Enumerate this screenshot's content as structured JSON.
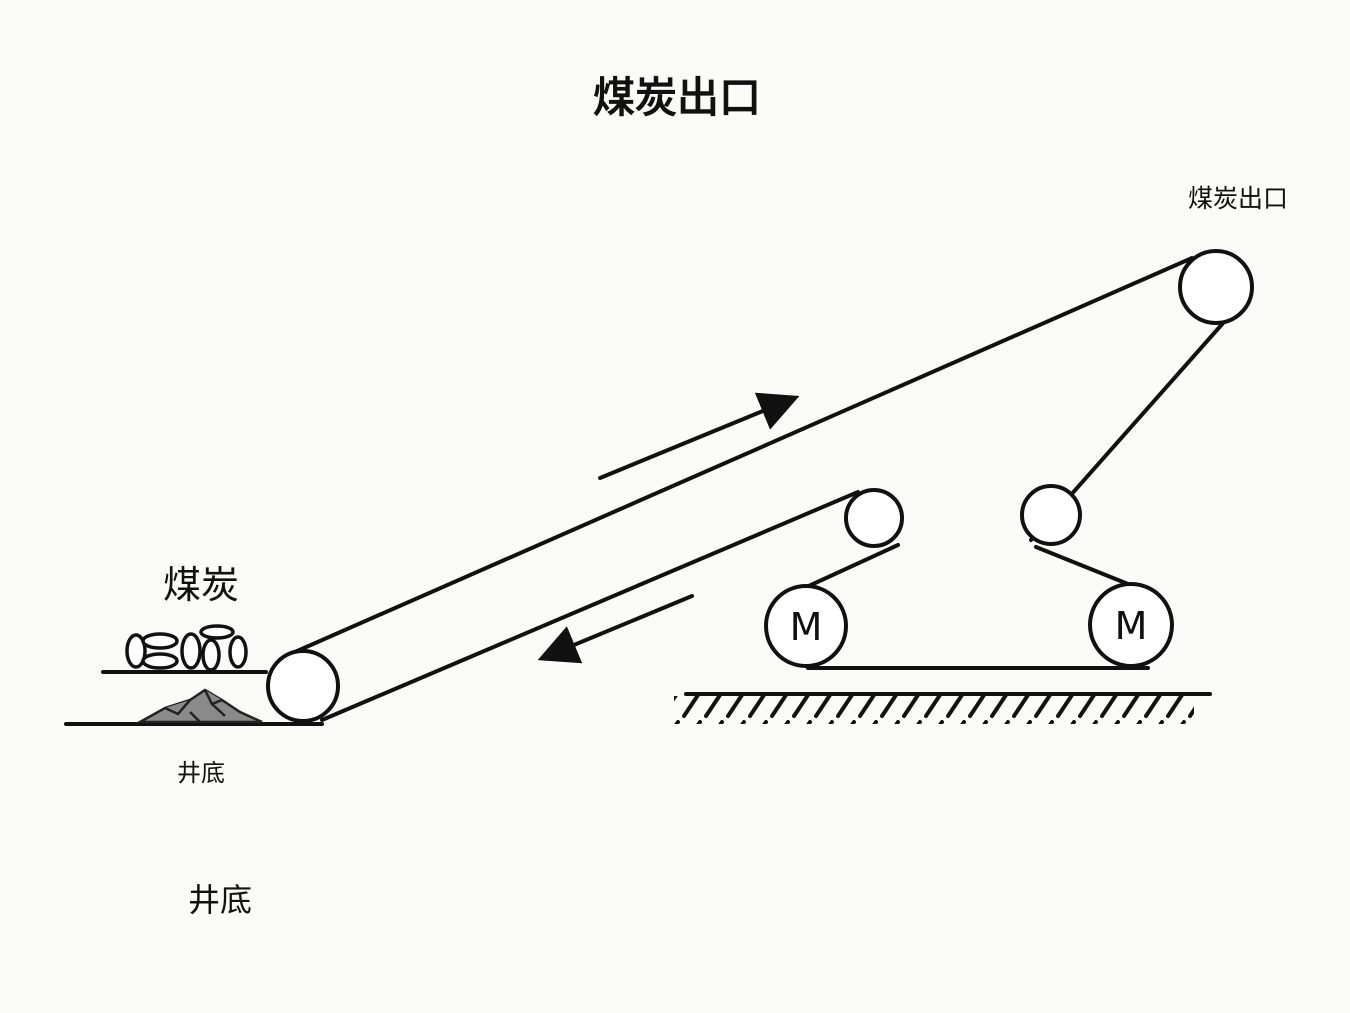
{
  "title": "煤炭出口",
  "labels": {
    "outlet": "煤炭出口",
    "coal": "煤炭",
    "shaft_bottom_small": "井底",
    "shaft_bottom_large": "井底",
    "motor_left": "M",
    "motor_right": "M"
  },
  "colors": {
    "line": "#111111",
    "coal_pile": "#8a8a8a",
    "background": "#fafaf8"
  }
}
